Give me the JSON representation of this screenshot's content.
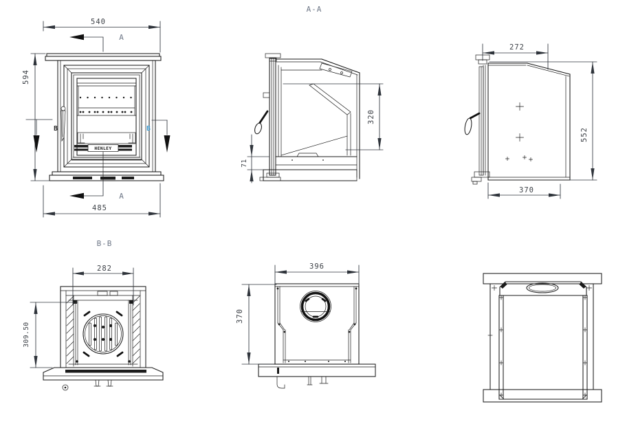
{
  "drawing": {
    "background": "#ffffff",
    "line_color": "#1a1a1a",
    "dim_color": "#2f343b",
    "section_label_color": "#6e7787",
    "section_b_right_color": "#3d9bd1"
  },
  "views": {
    "front": {
      "dim_top_width": "540",
      "dim_height": "594",
      "dim_bottom_width": "485",
      "section_a_top": "A",
      "section_a_bottom": "A",
      "section_b_left": "B",
      "section_b_right": "B",
      "logo": "HENLEY"
    },
    "section_aa": {
      "title": "A-A",
      "dim_firebox_height": "320",
      "dim_base_height": "71"
    },
    "side": {
      "dim_top_depth": "272",
      "dim_height": "552",
      "dim_base_depth": "370"
    },
    "section_bb": {
      "title": "B-B",
      "dim_inner_width": "282",
      "dim_opening_height": "309.50"
    },
    "top": {
      "dim_width": "396",
      "dim_depth": "370"
    },
    "rear": {}
  }
}
